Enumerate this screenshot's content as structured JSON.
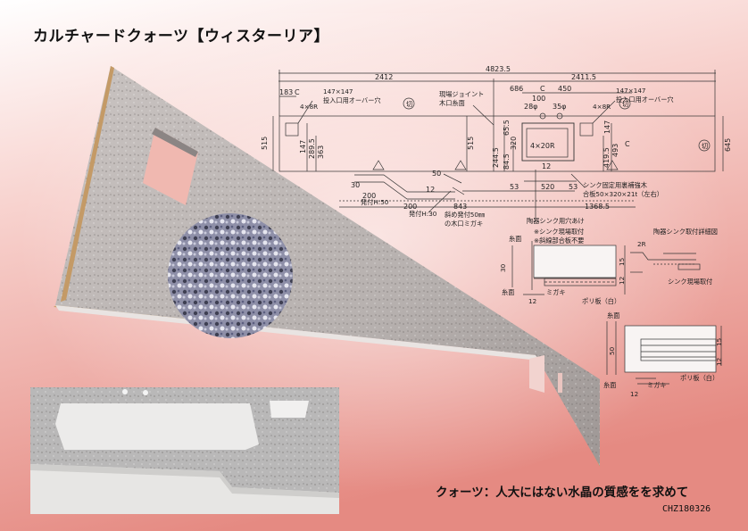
{
  "title": "カルチャードクォーツ【ウィスターリア】",
  "tagline": "クォーツ：人大にはない水晶の質感をを求めて",
  "doc_code": "CHZ180326",
  "colors": {
    "bg_top": "#ffffff",
    "bg_mid": "#f6c8c4",
    "bg_bottom": "#e88e86",
    "stone": "#b8b2b0"
  },
  "drawing": {
    "dims": {
      "total": "4823.5",
      "left": "2412",
      "right": "2411.5",
      "d183": "183",
      "d686": "686",
      "d100": "100",
      "d450": "450",
      "d515": "515",
      "d645": "645",
      "d289": "289.5",
      "d363": "363",
      "d147a": "147",
      "d147b": "147",
      "d320": "320",
      "d244": "244.5",
      "d65": "65.5",
      "d84": "84.5",
      "d419": "419.5",
      "d493": "493",
      "d515b": "515",
      "d28": "28φ",
      "d35": "35φ",
      "d4x20r": "4×20R",
      "d12": "12",
      "d53a": "53",
      "d520": "520",
      "d53b": "53",
      "d843": "843",
      "d200": "200",
      "d1368": "1368.5",
      "d30": "30",
      "d50": "50",
      "d200b": "200",
      "d12b": "12",
      "c1": "C",
      "c2": "C",
      "c3": "C"
    },
    "labels": {
      "hole_left": "147×147",
      "hole_left2": "投入口用オーバー穴",
      "corner_left": "4×8R",
      "hole_right": "147×147",
      "hole_right2": "投入口用オーバー穴",
      "corner_right": "4×8R",
      "joint": "現場ジョイント",
      "joint2": "木口糸面",
      "cut1": "切",
      "cut2": "切",
      "cut3": "切",
      "sink_fix": "シンク固定用裏補強木",
      "sink_fix2": "合板50×320×21t（左右）",
      "hatsu50": "発付H:50",
      "hatsu30": "発付H:30",
      "slant": "斜め発付50㎜",
      "slant2": "の木口ミガキ",
      "sink_hole": "陶器シンク用穴あけ",
      "note1": "※シンク現場取付",
      "note2": "※斜線部合板不要",
      "sink_detail_title": "陶器シンク取付詳細図",
      "sink_detail_2r": "2R",
      "sink_detail_fit": "シンク現場取付"
    },
    "section1": {
      "ito": "糸面",
      "ito2": "糸面",
      "height": "30",
      "d15": "15",
      "d12a": "12",
      "d12b": "12",
      "migaki": "ミガキ",
      "poly": "ポリ板（白）"
    },
    "section2": {
      "ito": "糸面",
      "ito2": "糸面",
      "height": "50",
      "d15": "15",
      "d12a": "12",
      "d12b": "12",
      "migaki": "ミガキ",
      "poly": "ポリ板（白）"
    }
  }
}
